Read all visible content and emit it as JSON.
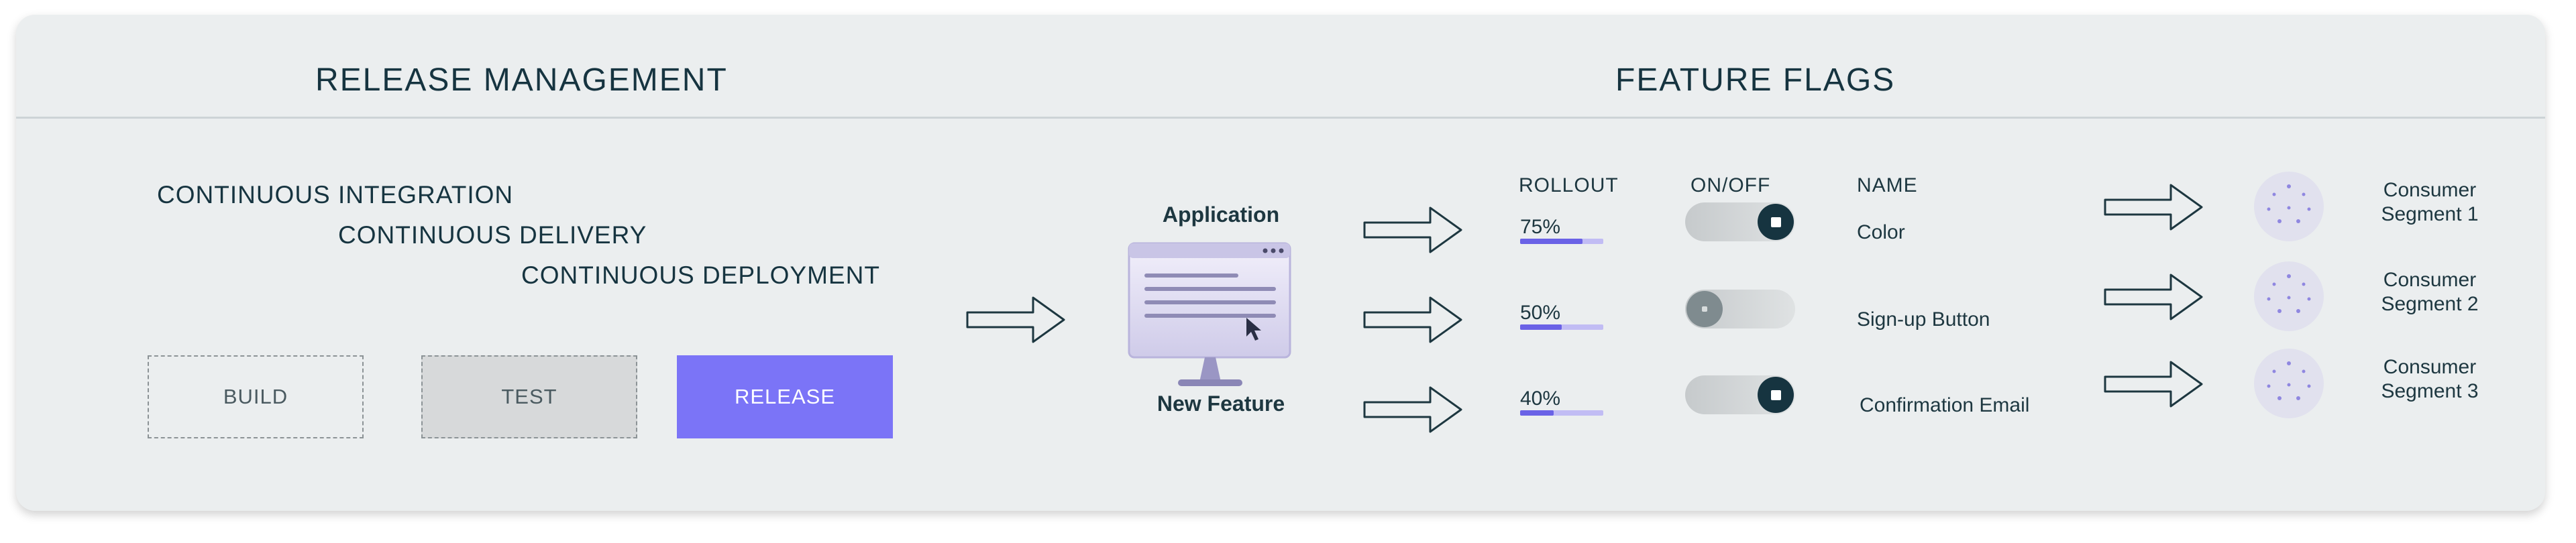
{
  "release_management": {
    "title": "RELEASE MANAGEMENT",
    "practices": [
      "CONTINUOUS INTEGRATION",
      "CONTINUOUS DELIVERY",
      "CONTINUOUS DEPLOYMENT"
    ],
    "stages": [
      "BUILD",
      "TEST",
      "RELEASE"
    ]
  },
  "feature_flags": {
    "title": "FEATURE FLAGS",
    "application": {
      "label": "Application",
      "feature_label": "New Feature"
    },
    "columns": {
      "rollout": "ROLLOUT",
      "onoff": "ON/OFF",
      "name": "NAME"
    },
    "flags": [
      {
        "rollout_label": "75%",
        "rollout": 0.75,
        "enabled": true,
        "name": "Color",
        "segment": [
          "Consumer",
          "Segment 1"
        ]
      },
      {
        "rollout_label": "50%",
        "rollout": 0.5,
        "enabled": false,
        "name": "Sign-up Button",
        "segment": [
          "Consumer",
          "Segment 2"
        ]
      },
      {
        "rollout_label": "40%",
        "rollout": 0.4,
        "enabled": true,
        "name": "Confirmation Email",
        "segment": [
          "Consumer",
          "Segment 3"
        ]
      }
    ]
  },
  "colors": {
    "accent": "#7b74f7",
    "dark": "#163440",
    "background": "#ebeeef"
  },
  "icons": [
    "arrow-right-icon",
    "monitor-icon",
    "cursor-icon",
    "user-cluster-icon"
  ]
}
